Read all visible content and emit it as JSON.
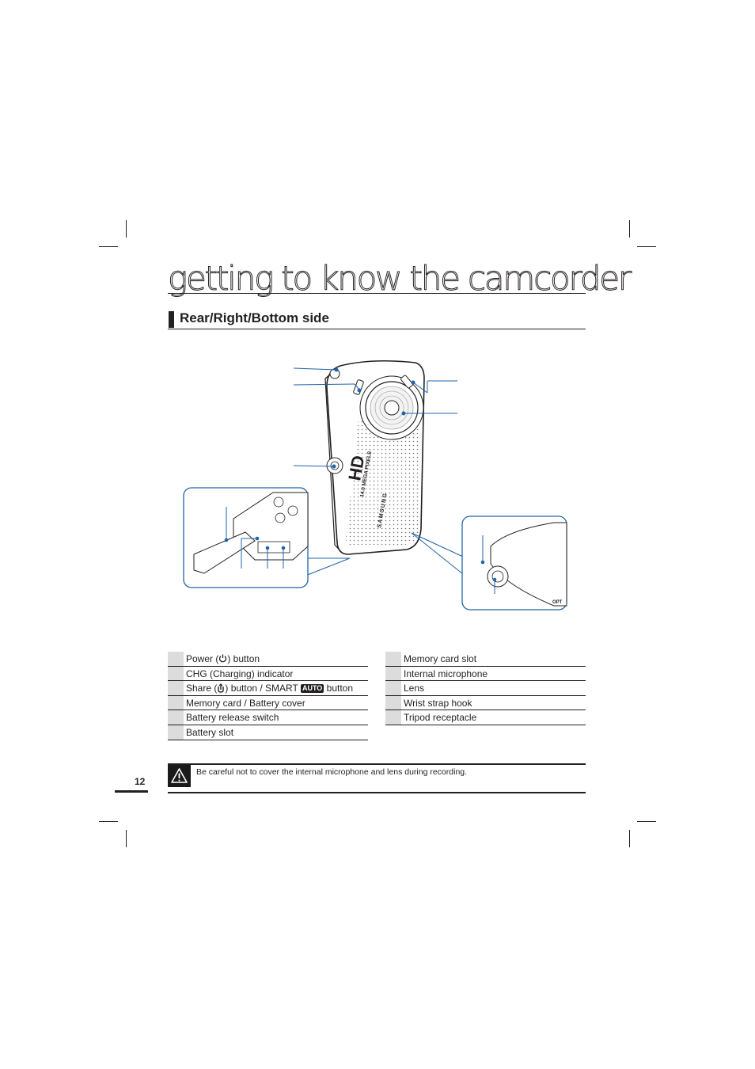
{
  "page": {
    "title": "getting to know the camcorder",
    "section": "Rear/Right/Bottom side",
    "page_number": "12"
  },
  "illustration": {
    "hd_logo": "HD",
    "megapixels_label": "14.0 MEGA PIXELS",
    "brand": "SAMSUNG",
    "accent_color": "#1f63a8"
  },
  "parts_left": [
    {
      "label_pre": "Power (",
      "icon": "power-icon",
      "label_post": ") button"
    },
    {
      "label": "CHG (Charging) indicator"
    },
    {
      "label_pre": "Share (",
      "icon": "share-icon",
      "label_mid": ") button / SMART ",
      "badge": "AUTO",
      "label_post": " button"
    },
    {
      "label": "Memory card / Battery cover"
    },
    {
      "label": "Battery release switch"
    },
    {
      "label": "Battery slot"
    }
  ],
  "parts_right": [
    {
      "label": "Memory card slot"
    },
    {
      "label": "Internal microphone"
    },
    {
      "label": "Lens"
    },
    {
      "label": "Wrist strap hook"
    },
    {
      "label": "Tripod receptacle"
    }
  ],
  "note": {
    "icon": "warning-icon",
    "text": "Be careful not to cover the internal microphone and lens during recording."
  }
}
